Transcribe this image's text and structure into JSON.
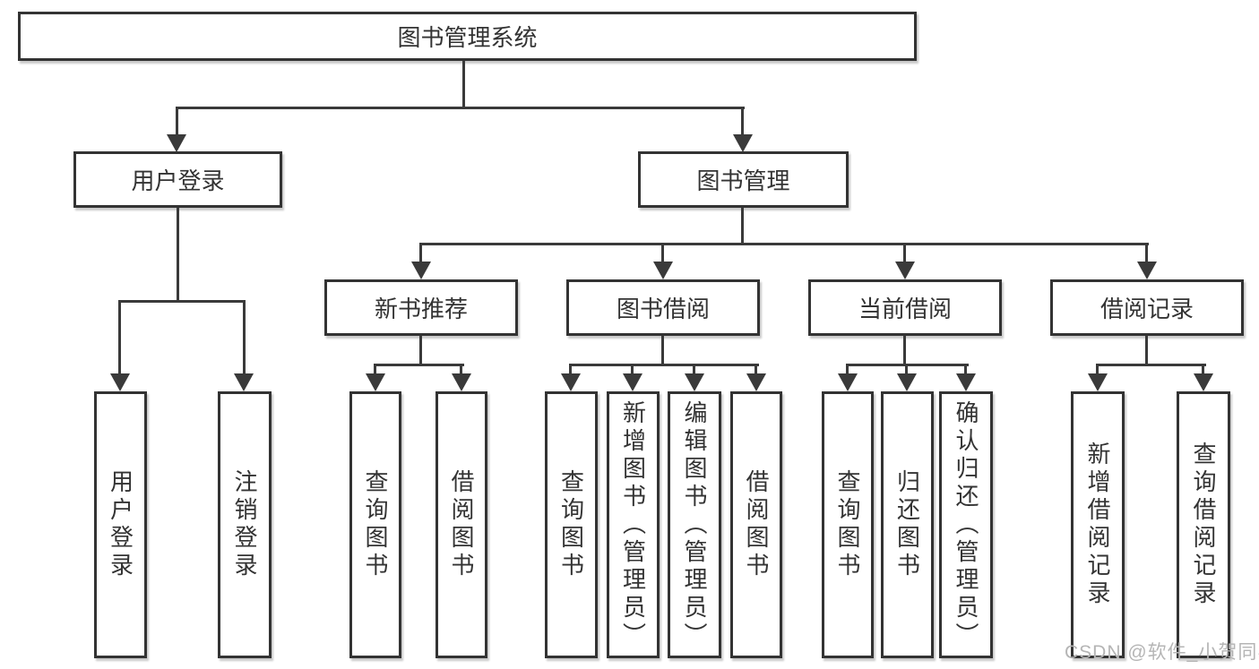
{
  "diagram": {
    "root": {
      "label": "图书管理系统"
    },
    "level2": {
      "user_login": "用户登录",
      "book_management": "图书管理"
    },
    "level3": {
      "new_book": "新书推荐",
      "book_borrow": "图书借阅",
      "current_borrow": "当前借阅",
      "borrow_record": "借阅记录"
    },
    "leaves": {
      "user_login": [
        "用户登录",
        "注销登录"
      ],
      "new_book": [
        "查询图书",
        "借阅图书"
      ],
      "book_borrow": [
        "查询图书",
        "新增图书（管理员）",
        "编辑图书（管理员）",
        "借阅图书"
      ],
      "current_borrow": [
        "查询图书",
        "归还图书",
        "确认归还（管理员）"
      ],
      "borrow_record": [
        "新增借阅记录",
        "查询借阅记录"
      ]
    },
    "watermark": "CSDN @软件_小贺同学",
    "colors": {
      "line": "#3a3a3a",
      "text": "#333333",
      "watermark": "#b5b5b5",
      "background": "#ffffff"
    }
  }
}
